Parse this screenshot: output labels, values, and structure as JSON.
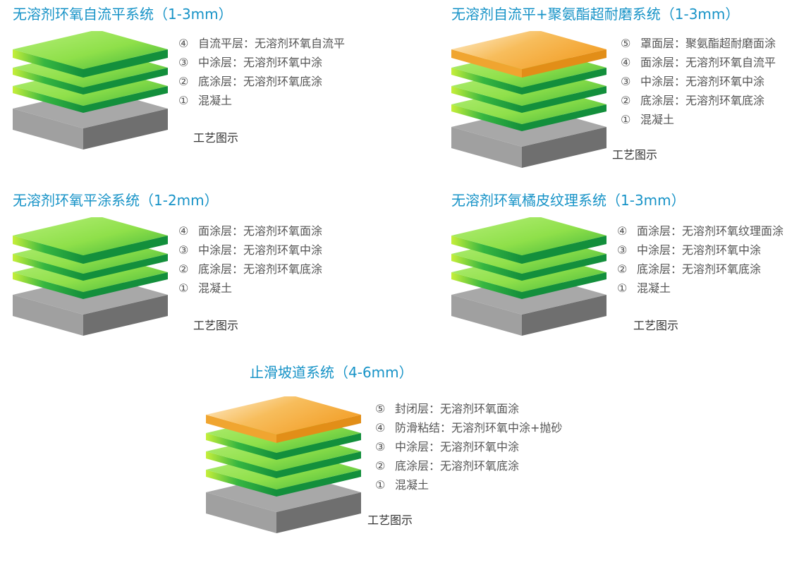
{
  "colors": {
    "title": "#1793c7",
    "green_light": "#8fe04a",
    "green_dark": "#138f3c",
    "orange": "#f3a02a",
    "concrete_top": "#a8a8a8",
    "concrete_side": "#6f6f6f"
  },
  "systems": [
    {
      "title": "无溶剂环氧自流平系统（1-3mm）",
      "layers": [
        "green",
        "green",
        "green"
      ],
      "legend": [
        {
          "mark": "④",
          "text": "自流平层：无溶剂环氧自流平"
        },
        {
          "mark": "③",
          "text": "中涂层：无溶剂环氧中涂"
        },
        {
          "mark": "②",
          "text": "底涂层：无溶剂环氧底涂"
        },
        {
          "mark": "①",
          "text": "混凝土"
        }
      ],
      "caption": "工艺图示"
    },
    {
      "title": "无溶剂自流平+聚氨酯超耐磨系统（1-3mm）",
      "layers": [
        "orange",
        "green",
        "green",
        "green"
      ],
      "legend": [
        {
          "mark": "⑤",
          "text": "罩面层：聚氨酯超耐磨面涂"
        },
        {
          "mark": "④",
          "text": "面涂层：无溶剂环氧自流平"
        },
        {
          "mark": "③",
          "text": "中涂层：无溶剂环氧中涂"
        },
        {
          "mark": "②",
          "text": "底涂层：无溶剂环氧底涂"
        },
        {
          "mark": "①",
          "text": "混凝土"
        }
      ],
      "caption": "工艺图示"
    },
    {
      "title": "无溶剂环氧平涂系统（1-2mm）",
      "layers": [
        "green",
        "green",
        "green"
      ],
      "legend": [
        {
          "mark": "④",
          "text": "面涂层：无溶剂环氧面涂"
        },
        {
          "mark": "③",
          "text": "中涂层：无溶剂环氧中涂"
        },
        {
          "mark": "②",
          "text": "底涂层：无溶剂环氧底涂"
        },
        {
          "mark": "①",
          "text": "混凝土"
        }
      ],
      "caption": "工艺图示"
    },
    {
      "title": "无溶剂环氧橘皮纹理系统（1-3mm）",
      "layers": [
        "green",
        "green",
        "green"
      ],
      "legend": [
        {
          "mark": "④",
          "text": "面涂层：无溶剂环氧纹理面涂"
        },
        {
          "mark": "③",
          "text": "中涂层：无溶剂环氧中涂"
        },
        {
          "mark": "②",
          "text": "底涂层：无溶剂环氧底涂"
        },
        {
          "mark": "①",
          "text": "混凝土"
        }
      ],
      "caption": "工艺图示"
    },
    {
      "title": "止滑坡道系统（4-6mm）",
      "layers": [
        "orange",
        "green",
        "green",
        "green"
      ],
      "legend": [
        {
          "mark": "⑤",
          "text": "封闭层：无溶剂环氧面涂"
        },
        {
          "mark": "④",
          "text": "防滑粘结：无溶剂环氧中涂+抛砂"
        },
        {
          "mark": "③",
          "text": "中涂层：无溶剂环氧中涂"
        },
        {
          "mark": "②",
          "text": "底涂层：无溶剂环氧底涂"
        },
        {
          "mark": "①",
          "text": "混凝土"
        }
      ],
      "caption": "工艺图示"
    }
  ]
}
